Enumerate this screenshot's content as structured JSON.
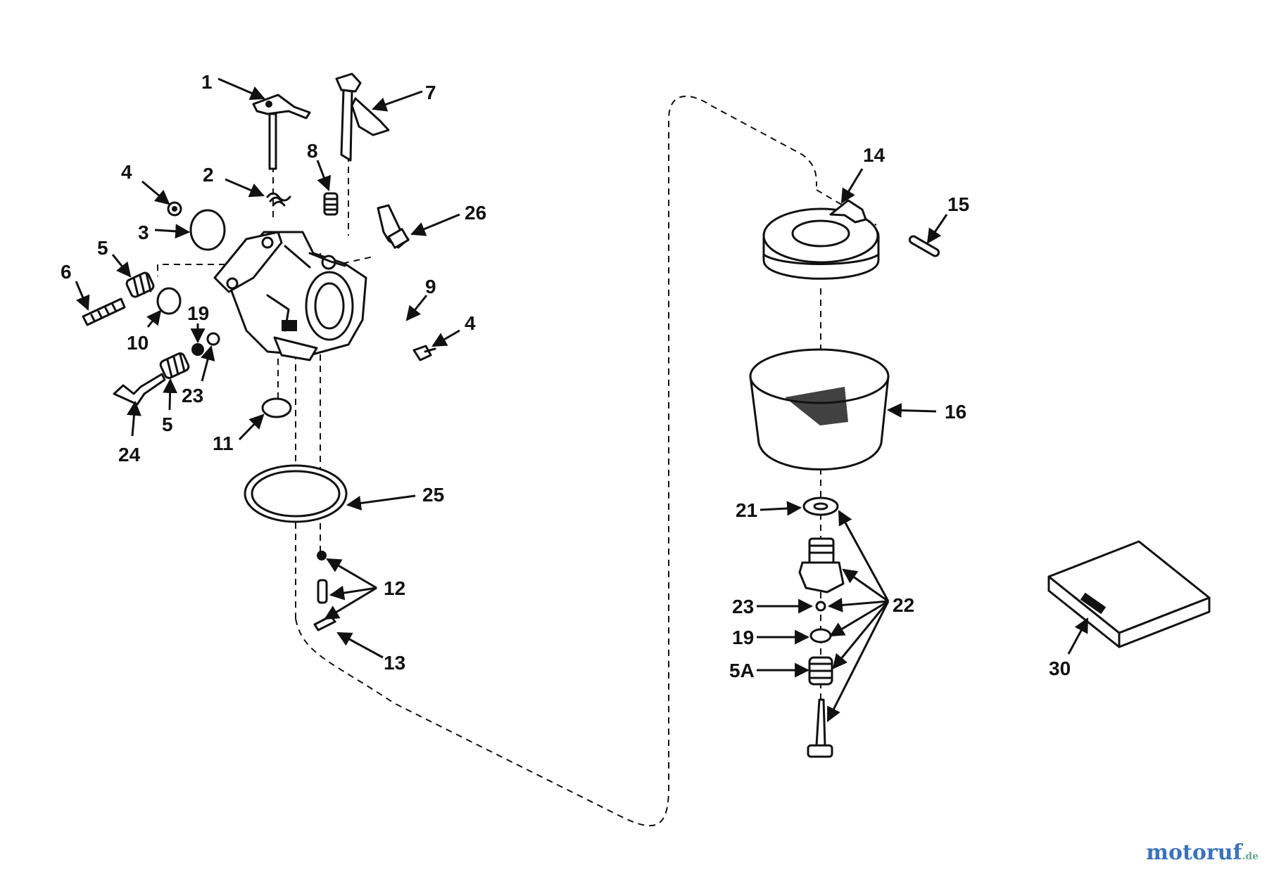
{
  "diagram": {
    "labels": [
      "1",
      "2",
      "3",
      "4",
      "5",
      "6",
      "7",
      "8",
      "9",
      "10",
      "11",
      "12",
      "13",
      "14",
      "15",
      "16",
      "19",
      "21",
      "22",
      "23",
      "24",
      "25",
      "26",
      "30",
      "5A"
    ]
  },
  "watermark": {
    "brand": "motoruf",
    "tld": ".de"
  }
}
